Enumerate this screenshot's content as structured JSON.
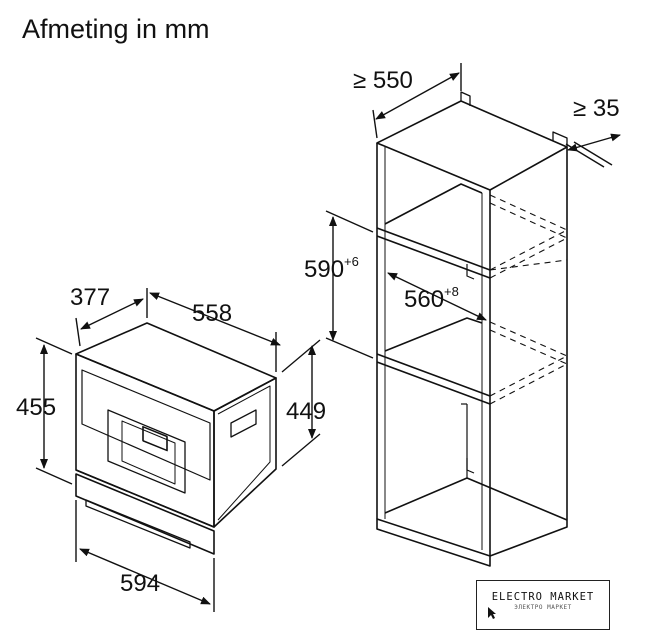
{
  "title": "Afmeting in mm",
  "appliance": {
    "depth": "377",
    "width_top": "558",
    "height_total": "455",
    "height_side": "449",
    "width_front": "594"
  },
  "cabinet": {
    "depth_min": "≥ 550",
    "gap_min": "≥ 35",
    "niche_height": "590",
    "niche_height_tol": "+6",
    "niche_width": "560",
    "niche_width_tol": "+8"
  },
  "logo": {
    "name": "ELECTRO MARKET",
    "sub": "ЭЛЕКТРО МАРКЕТ"
  }
}
